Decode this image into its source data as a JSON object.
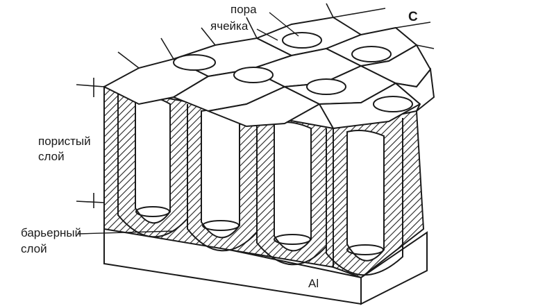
{
  "panel_letter": "C",
  "labels": {
    "pore": "пора",
    "cell": "ячейка",
    "porous_layer_1": "пористый",
    "porous_layer_2": "слой",
    "barrier_layer_1": "барьерный",
    "barrier_layer_2": "слой",
    "substrate": "Al"
  }
}
